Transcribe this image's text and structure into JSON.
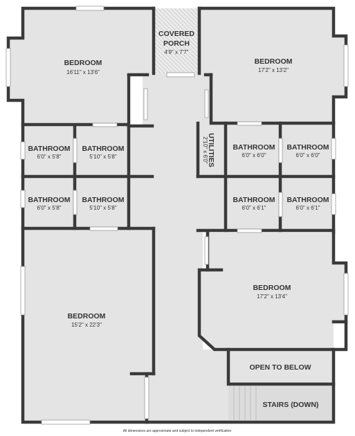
{
  "plan": {
    "colors": {
      "floor": "#e4e4e4",
      "wall": "#3a3a3a",
      "window": "#ffffff",
      "outline": "#9a9a9a",
      "text": "#333333"
    },
    "rooms": [
      {
        "id": "bedroom-nw",
        "name": "BEDROOM",
        "dims": "16'11\" x 13'6\""
      },
      {
        "id": "covered-porch",
        "name_line1": "COVERED",
        "name_line2": "PORCH",
        "dims": "4'9\" x 7'7\""
      },
      {
        "id": "bedroom-ne",
        "name": "BEDROOM",
        "dims": "17'2\" x 13'2\""
      },
      {
        "id": "bathroom-1",
        "name": "BATHROOM",
        "dims": "6'0\" x 5'8\""
      },
      {
        "id": "bathroom-2",
        "name": "BATHROOM",
        "dims": "5'10\" x 5'8\""
      },
      {
        "id": "utilities",
        "name": "UTILITIES",
        "dims": "2'10\" x 6'0\""
      },
      {
        "id": "bathroom-3",
        "name": "BATHROOM",
        "dims": "6'0\" x 6'0\""
      },
      {
        "id": "bathroom-4",
        "name": "BATHROOM",
        "dims": "6'0\" x 6'0\""
      },
      {
        "id": "bathroom-5",
        "name": "BATHROOM",
        "dims": "6'0\" x 5'8\""
      },
      {
        "id": "bathroom-6",
        "name": "BATHROOM",
        "dims": "5'10\" x 5'8\""
      },
      {
        "id": "bathroom-7",
        "name": "BATHROOM",
        "dims": "6'0\" x 6'1\""
      },
      {
        "id": "bathroom-8",
        "name": "BATHROOM",
        "dims": "6'0\" x 6'1\""
      },
      {
        "id": "bedroom-se",
        "name": "BEDROOM",
        "dims": "17'2\" x 13'4\""
      },
      {
        "id": "bedroom-sw",
        "name": "BEDROOM",
        "dims": "15'2\" x 22'3\""
      },
      {
        "id": "open-to-below",
        "name": "OPEN TO BELOW"
      },
      {
        "id": "stairs",
        "name": "STAIRS (DOWN)"
      }
    ],
    "footer": "All dimensions are approximate and subject to independent verification"
  }
}
